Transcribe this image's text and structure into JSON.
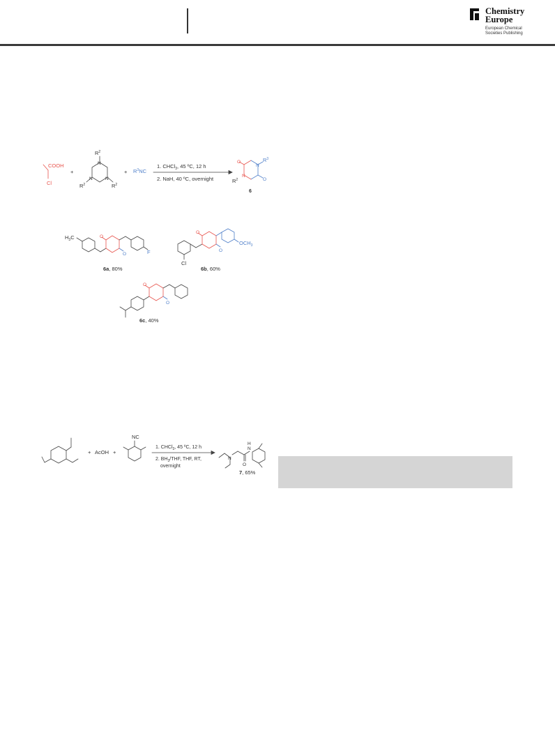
{
  "header": {
    "logo": {
      "line1": "Chemistry",
      "line2": "Europe",
      "sub1": "European Chemical",
      "sub2": "Societies Publishing"
    }
  },
  "scheme1": {
    "acid": {
      "cooh": "COOH",
      "cl": "Cl"
    },
    "plus": "+",
    "triazine": {
      "r_top": "R",
      "r_top_sup": "2",
      "r_left": "R",
      "r_left_sup": "2",
      "r_right": "R",
      "r_right_sup": "2",
      "n": "N"
    },
    "isocyanide": {
      "r": "R",
      "sup": "3",
      "rest": "NC"
    },
    "conditions": {
      "line1": "1. CHCl",
      "line1_sub": "3",
      "line1_rest": ", 45 ºC, 12 h",
      "line2": "2. NaH, 40 ºC, overnight"
    },
    "product": {
      "r2": "R",
      "r2_sup": "2",
      "r3": "R",
      "r3_sup": "3",
      "n": "N",
      "label": "6"
    }
  },
  "products": [
    {
      "id": "6a",
      "yield": ", 80%",
      "h3c": "H",
      "h3c_sub": "3",
      "h3c_c": "C",
      "f": "F"
    },
    {
      "id": "6b",
      "yield": ", 60%",
      "cl": "Cl",
      "och3": "OCH",
      "och3_sub": "3"
    },
    {
      "id": "6c",
      "yield": ", 40%"
    }
  ],
  "scheme2": {
    "plus": "+",
    "acoh": "AcOH",
    "nc": "NC",
    "conditions": {
      "line1": "1. CHCl",
      "line1_sub": "3",
      "line1_rest": ", 45 ºC, 12 h",
      "line2a": "2. BH",
      "line2a_sub": "3",
      "line2a_rest": "/THF, THF, RT,",
      "line2b": "overnight"
    },
    "product": {
      "n": "N",
      "h": "H",
      "label": "7",
      "yield": ", 65%"
    }
  },
  "colors": {
    "red": "#e8544d",
    "blue": "#4f7fc9",
    "ink": "#333333"
  }
}
